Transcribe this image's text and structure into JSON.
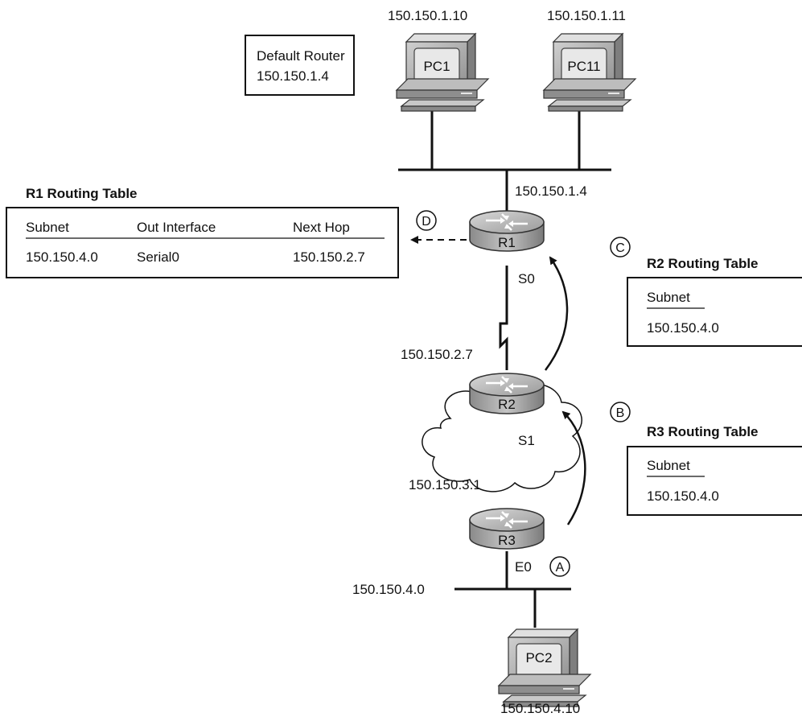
{
  "pcs": {
    "pc1": {
      "label": "PC1",
      "ip": "150.150.1.10"
    },
    "pc11": {
      "label": "PC11",
      "ip": "150.150.1.11"
    },
    "pc2": {
      "label": "PC2",
      "ip": "150.150.4.10"
    }
  },
  "default_router_box": {
    "line1": "Default Router",
    "line2": "150.150.1.4"
  },
  "routers": {
    "r1": {
      "label": "R1",
      "lan_ip": "150.150.1.4",
      "serial_label": "S0"
    },
    "r2": {
      "label": "R2",
      "serial_ip": "150.150.2.7",
      "s1_label": "S1"
    },
    "r3": {
      "label": "R3",
      "wan_ip": "150.150.3.1",
      "e0_label": "E0",
      "lan_subnet": "150.150.4.0"
    }
  },
  "r1_table": {
    "title": "R1 Routing Table",
    "headers": [
      "Subnet",
      "Out Interface",
      "Next Hop"
    ],
    "row": [
      "150.150.4.0",
      "Serial0",
      "150.150.2.7"
    ]
  },
  "r2_table": {
    "title": "R2 Routing Table",
    "header": "Subnet",
    "value": "150.150.4.0"
  },
  "r3_table": {
    "title": "R3 Routing Table",
    "header": "Subnet",
    "value": "150.150.4.0"
  },
  "step_markers": {
    "a": "A",
    "b": "B",
    "c": "C",
    "d": "D"
  }
}
